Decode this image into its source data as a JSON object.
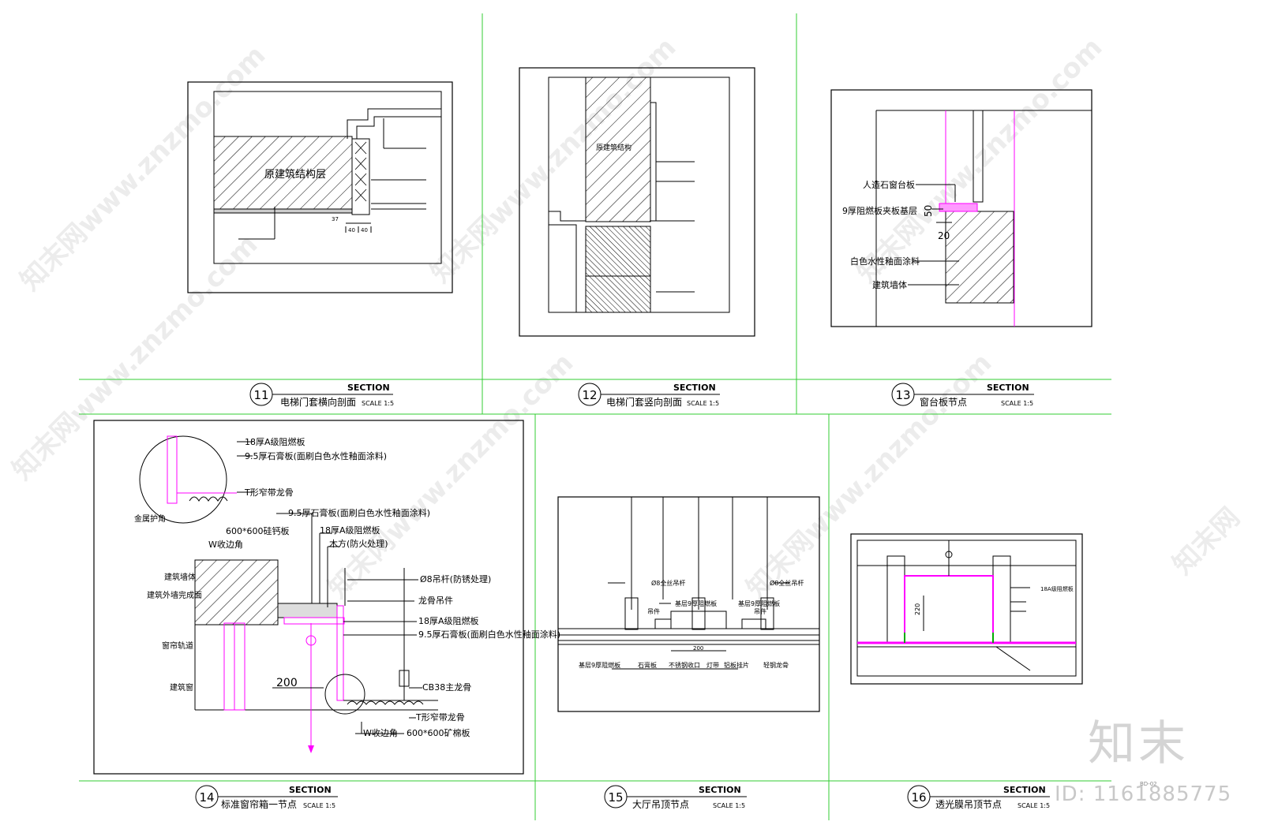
{
  "details": [
    {
      "number": "11",
      "title": "电梯门套横向剖面",
      "section_label": "SECTION",
      "scale": "SCALE 1:5",
      "labels": [
        "原建筑结构层",
        "37",
        "40",
        "40"
      ]
    },
    {
      "number": "12",
      "title": "电梯门套竖向剖面",
      "section_label": "SECTION",
      "scale": "SCALE 1:5",
      "labels": [
        "原建筑结构"
      ]
    },
    {
      "number": "13",
      "title": "窗台板节点",
      "section_label": "SECTION",
      "scale": "SCALE 1:5",
      "labels": [
        "人造石窗台板",
        "9厚阻燃板夹板基层",
        "白色水性釉面涂料",
        "建筑墙体",
        "50",
        "20"
      ]
    },
    {
      "number": "14",
      "title": "标准窗帘箱一节点",
      "section_label": "SECTION",
      "scale": "SCALE 1:5",
      "labels": [
        "18厚A级阻燃板",
        "9.5厚石膏板(面刷白色水性釉面涂料)",
        "T形窄带龙骨",
        "金属护角",
        "600*600硅钙板",
        "W收边角",
        "9.5厚石膏板(面刷白色水性釉面涂料)",
        "18厚A级阻燃板",
        "木方(防火处理)",
        "建筑墙体",
        "建筑外墙完成面",
        "Ø8吊杆(防锈处理)",
        "龙骨吊件",
        "18厚A级阻燃板",
        "9.5厚石膏板(面刷白色水性釉面涂料)",
        "窗帘轨道",
        "建筑窗",
        "200",
        "CB38主龙骨",
        "T形窄带龙骨",
        "W收边角",
        "600*600矿棉板"
      ]
    },
    {
      "number": "15",
      "title": "大厅吊顶节点",
      "section_label": "SECTION",
      "scale": "SCALE 1:5",
      "labels": [
        "Ø8全丝吊杆",
        "Ø8全丝吊杆",
        "吊件",
        "吊件",
        "基层9厚阻燃板",
        "基层9厚阻燃板",
        "200",
        "基层9厚阻燃板",
        "石膏板",
        "不锈钢收口",
        "灯带",
        "铝板挂片",
        "轻钢龙骨"
      ]
    },
    {
      "number": "16",
      "title": "透光膜吊顶节点",
      "section_label": "SECTION",
      "scale": "SCALE 1:5",
      "labels": [
        "18A级阻燃板",
        "220"
      ]
    }
  ],
  "brand": {
    "logo": "知末",
    "id": "ID: 1161885775",
    "sheet_code": "BD-02"
  },
  "colors": {
    "grid": "#33cc33",
    "line": "#000000",
    "accent": "#ff00ff",
    "accent_green": "#00aa00",
    "watermark": "#e6e6e6"
  }
}
